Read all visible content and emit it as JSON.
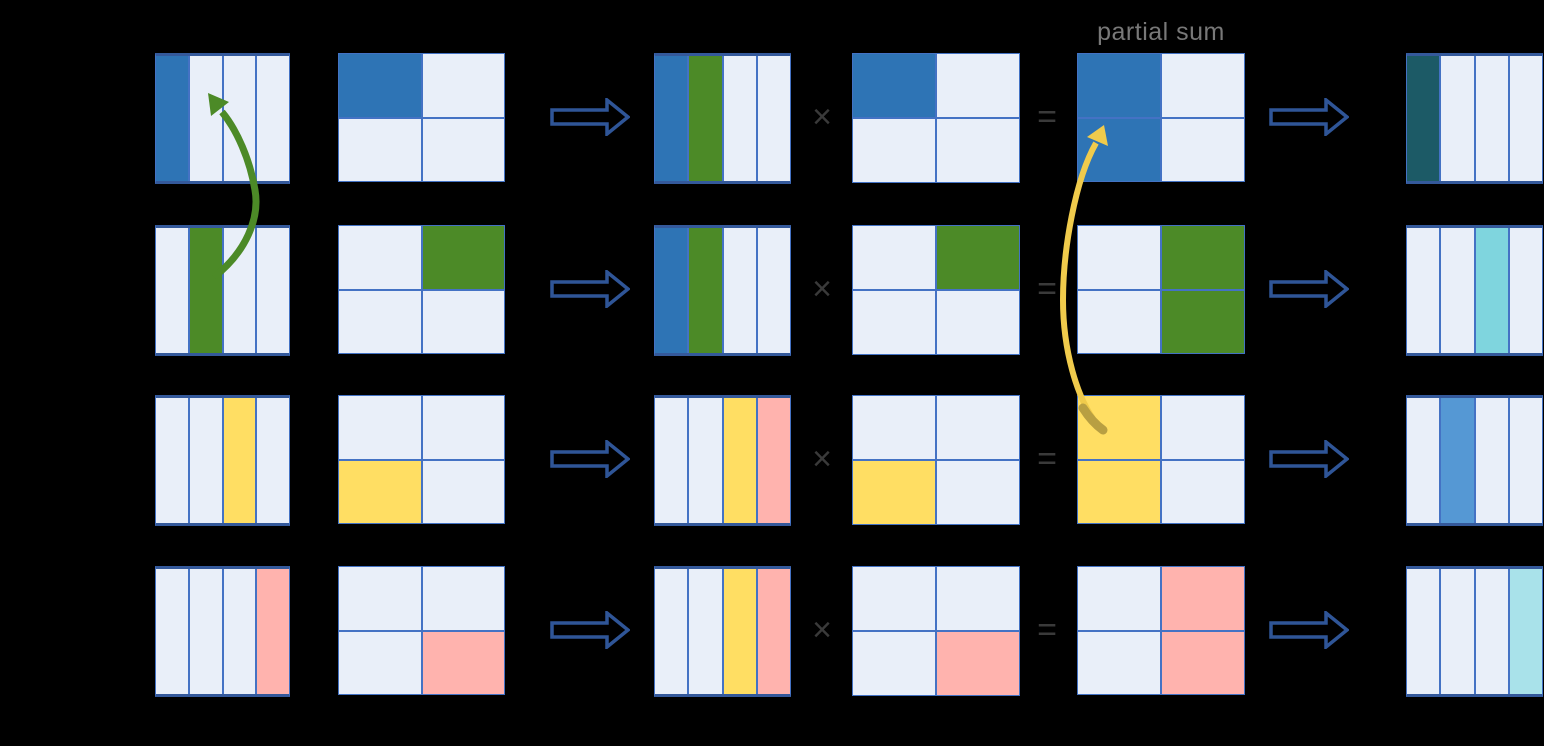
{
  "labels": {
    "partial_sum": "partial sum"
  },
  "operators": {
    "multiply": "×",
    "equals": "="
  },
  "colors": {
    "blue": "#2E74B5",
    "green": "#4C8A27",
    "yellow": "#FFDE63",
    "pink": "#FFB3AE",
    "darkteal": "#1C5A66",
    "cyan": "#7FD5DE",
    "midblue": "#5598D4",
    "lightcyan": "#A9E2EA",
    "cell": "#E9EFF9",
    "grid": "#4472C4",
    "grid_dark": "#34599B",
    "arrow_outline": "#2F5597",
    "operator": "#3A3A3A",
    "label": "#787878",
    "arrow_green": "#4C8A27",
    "arrow_yellow": "#F0CB4C",
    "arrow_yellow_tail": "#B89F42"
  },
  "icons": {
    "flow_arrow": "right-block-arrow-icon",
    "green_arrow": "curved-up-arrow-icon",
    "yellow_arrow": "curved-accumulate-arrow-icon"
  },
  "rows": [
    {
      "m1_cols": [
        "blue",
        "",
        "",
        ""
      ],
      "m2_cells": [
        [
          "blue",
          ""
        ],
        [
          "",
          ""
        ]
      ],
      "m3_cols": [
        "blue",
        "green",
        "",
        ""
      ],
      "m4_cells": [
        [
          "blue",
          ""
        ],
        [
          "",
          ""
        ]
      ],
      "m5_cells": [
        [
          "blue",
          ""
        ],
        [
          "blue",
          ""
        ]
      ],
      "m6_cols": [
        "darkteal",
        "",
        "",
        ""
      ]
    },
    {
      "m1_cols": [
        "",
        "green",
        "",
        ""
      ],
      "m2_cells": [
        [
          "",
          "green"
        ],
        [
          "",
          ""
        ]
      ],
      "m3_cols": [
        "blue",
        "green",
        "",
        ""
      ],
      "m4_cells": [
        [
          "",
          "green"
        ],
        [
          "",
          ""
        ]
      ],
      "m5_cells": [
        [
          "",
          "green"
        ],
        [
          "",
          "green"
        ]
      ],
      "m6_cols": [
        "",
        "",
        "cyan",
        ""
      ]
    },
    {
      "m1_cols": [
        "",
        "",
        "yellow",
        ""
      ],
      "m2_cells": [
        [
          "",
          ""
        ],
        [
          "yellow",
          ""
        ]
      ],
      "m3_cols": [
        "",
        "",
        "yellow",
        "pink"
      ],
      "m4_cells": [
        [
          "",
          ""
        ],
        [
          "yellow",
          ""
        ]
      ],
      "m5_cells": [
        [
          "yellow",
          ""
        ],
        [
          "yellow",
          ""
        ]
      ],
      "m6_cols": [
        "",
        "midblue",
        "",
        ""
      ]
    },
    {
      "m1_cols": [
        "",
        "",
        "",
        "pink"
      ],
      "m2_cells": [
        [
          "",
          ""
        ],
        [
          "",
          "pink"
        ]
      ],
      "m3_cols": [
        "",
        "",
        "yellow",
        "pink"
      ],
      "m4_cells": [
        [
          "",
          ""
        ],
        [
          "",
          "pink"
        ]
      ],
      "m5_cells": [
        [
          "",
          "pink"
        ],
        [
          "",
          "pink"
        ]
      ],
      "m6_cols": [
        "",
        "",
        "",
        "lightcyan"
      ]
    }
  ]
}
